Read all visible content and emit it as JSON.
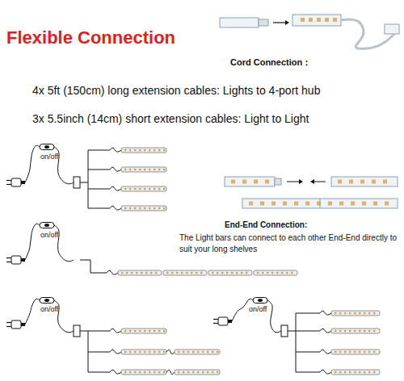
{
  "diagram": {
    "title": "Flexible Connection",
    "labels": [
      "Cord Connection：",
      "4x 5ft (150cm)  long extension cables: Lights to 4-port hub",
      "3x 5.5inch (14cm) short  extension cables: Light to Light",
      "on/off",
      "End-End Connection:",
      "The Light bars can connect to each other End-End directly to suit your long shelves",
      "on/off",
      "on/off",
      "on/off"
    ]
  }
}
